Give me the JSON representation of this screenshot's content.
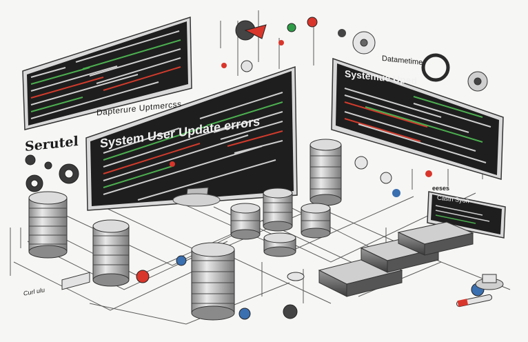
{
  "labels": {
    "side_label": "Serutel",
    "uptime_label": "Dapterure Uptmercss",
    "main_screen_title": "System User Update errors",
    "right_screen_title": "Systemue Uped",
    "right_caption": "Datametime",
    "small_tag": "eeses",
    "small_screen_title": "Castn Syon",
    "bottom_label": "Curl ulu"
  },
  "colors": {
    "background": "#f6f6f4",
    "screen": "#1e1e1e",
    "code_text": "#d0d0d0",
    "code_green": "#4caf50",
    "code_red": "#d23b2c",
    "line": "#555555",
    "accent_red": "#d9362b",
    "accent_green": "#2e9c47",
    "accent_blue": "#3a6fb0"
  },
  "icons": [
    "gear-icon",
    "cog-icon",
    "bug-icon",
    "flower-gear-icon",
    "server-icon",
    "router-icon",
    "toggle-icon",
    "dial-icon"
  ]
}
